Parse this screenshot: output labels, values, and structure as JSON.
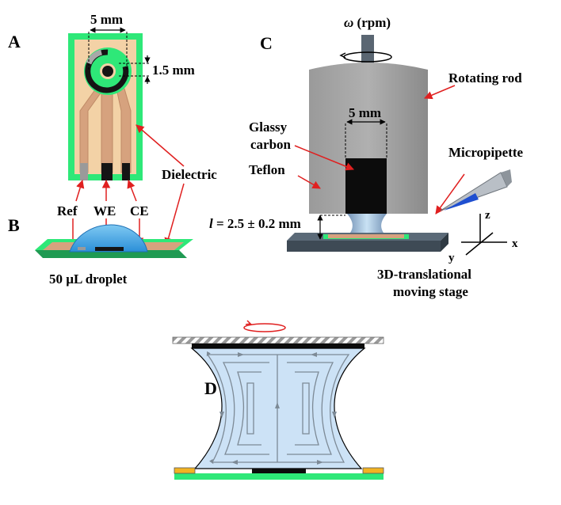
{
  "panels": {
    "a": "A",
    "b": "B",
    "c": "C",
    "d": "D"
  },
  "panel_a": {
    "width_label": "5 mm",
    "gap_label": "1.5 mm",
    "dielectric_label": "Dielectric"
  },
  "panel_b": {
    "ref_label": "Ref",
    "we_label": "WE",
    "ce_label": "CE",
    "droplet_label": "50 µL droplet"
  },
  "panel_c": {
    "omega_symbol": "ω",
    "omega_unit": " (rpm)",
    "rotating_rod_label": "Rotating rod",
    "width_label": "5 mm",
    "glassy_label_1": "Glassy",
    "glassy_label_2": "carbon",
    "teflon_label": "Teflon",
    "micropipette_label": "Micropipette",
    "gap_symbol": "l",
    "gap_value": " = 2.5 ± 0.2 mm",
    "axis_x": "x",
    "axis_y": "y",
    "axis_z": "z",
    "stage_label_1": "3D-translational",
    "stage_label_2": "moving stage"
  },
  "colors": {
    "green": "#2ee878",
    "sensor_beige": "#f3d2a6",
    "electrode_copper": "#d6a27e",
    "electrode_dark": "#151515",
    "arrow_red": "#e02020",
    "rod_gray": "#8f8f8f",
    "rod_light": "#a6a6a6",
    "droplet_blue": "#cce2f6",
    "stage_dark": "#3e4a55",
    "flow_gray": "#7d8a96",
    "gold_pad": "#f2b322",
    "pipette_blue": "#1f4fd0"
  }
}
